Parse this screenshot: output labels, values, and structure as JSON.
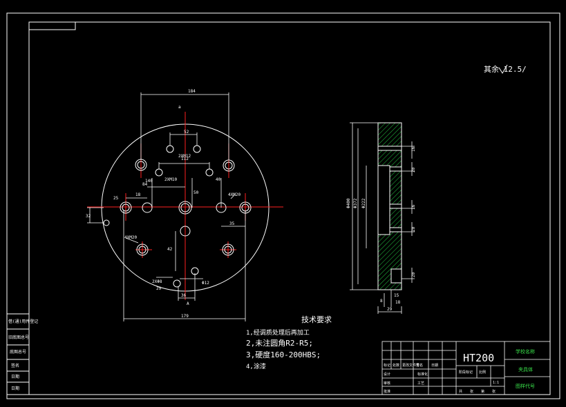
{
  "drawing": {
    "colors": {
      "background": "#000000",
      "line": "#ffffff",
      "center_line": "#ff2020",
      "section_hatch": "#1faa3a",
      "title_green": "#39e04a"
    },
    "roughness_note": "其余 12.5/",
    "tech_requirements": {
      "title": "技术要求",
      "items": [
        "1,经调质处理后再加工",
        "2,未注圆角R2-R5;",
        "3,硬度160-200HBS;",
        "4,涂漆"
      ]
    },
    "front_view": {
      "dims": {
        "top_width": "184",
        "d52": "52",
        "d112": "112",
        "hole_2xm12": "2XM12",
        "hole_2xm10": "2XM10",
        "d84": "84",
        "d18": "18",
        "d25": "25",
        "d50": "50",
        "d40": "40",
        "d140": "140",
        "d35": "35",
        "d32": "32",
        "d36": "36",
        "d42": "42",
        "phi12": "Φ12",
        "hole_4xm20a": "4XM20",
        "hole_4xm20b": "4XM20",
        "phi8": "2XΦ8",
        "d29": "29",
        "bottom_width": "179",
        "marker_a": "A",
        "marker_top": "a"
      }
    },
    "side_view": {
      "dims": {
        "dia_outer": "Φ400",
        "dia_mid": "Φ372",
        "dia_in": "Φ222",
        "r1": "16",
        "r2": "20",
        "r3": "16",
        "r4": "20",
        "r5": "20",
        "b1": "8",
        "b2": "15",
        "b3": "18",
        "b4": "29"
      }
    },
    "title_block": {
      "material": "HT200",
      "right_col": [
        "学校名称",
        "夹具体",
        "图样代号"
      ],
      "mid_labels": [
        "标记",
        "处数",
        "更改文件号",
        "签名",
        "日期"
      ],
      "sub_labels": [
        "设计",
        "标准化",
        "审核",
        "工艺",
        "批准"
      ],
      "stage_label": "阶段标记",
      "scale_label": "比例",
      "scale": "1:1",
      "sheet_labels": [
        "共",
        "张",
        "第",
        "张"
      ]
    },
    "left_strip": {
      "items": [
        "借(通)用件登记",
        "旧底图总号",
        "底图总号",
        "签名",
        "日期",
        "日期"
      ]
    }
  }
}
